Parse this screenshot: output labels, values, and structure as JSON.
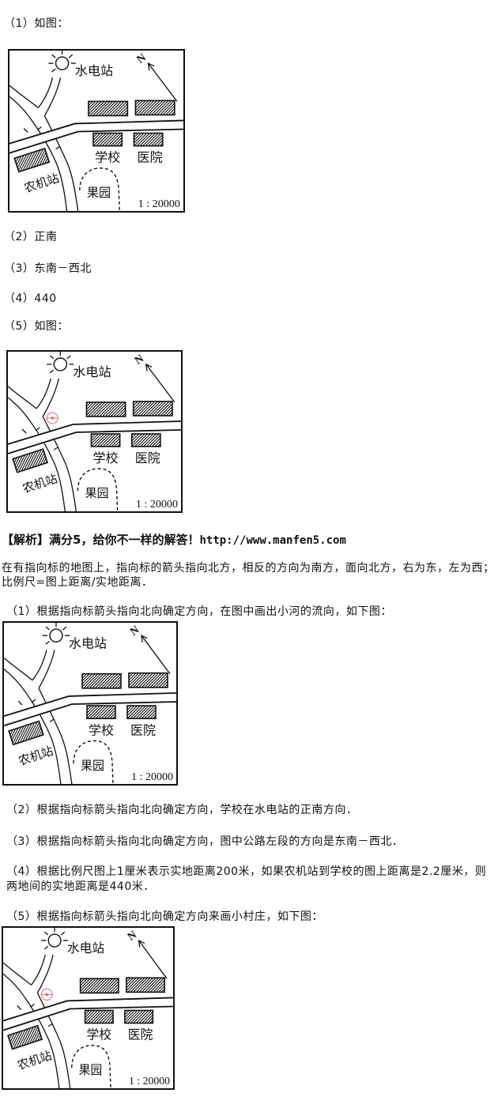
{
  "answers": {
    "q1": "（1）如图：",
    "q2": "（2）正南",
    "q3": "（3）东南－西北",
    "q4": "（4）440",
    "q5": "（5）如图："
  },
  "analysis": {
    "heading": {
      "label": "【解析】",
      "tagline": "满分5，给你不一样的解答！",
      "url": "http://www.manfen5.com"
    },
    "intro": "在有指向标的地图上，指向标的箭头指向北方，相反的方向为南方，面向北方，右为东，左为西；比例尺=图上距离/实地距离．",
    "steps": [
      "（1）根据指向标箭头指向北向确定方向，在图中画出小河的流向，如下图：",
      "（2）根据指向标箭头指向北向确定方向，学校在水电站的正南方向．",
      "（3）根据指向标箭头指向北向确定方向，图中公路左段的方向是东南－西北．",
      "（4）根据比例尺图上1厘米表示实地距离200米，如果农机站到学校的图上距离是2.2厘米，则两地间的实地距离是440米．",
      "（5）根据指向标箭头指向北向确定方向来画小村庄，如下图："
    ]
  },
  "map_labels": {
    "power_station": "水电站",
    "school": "学校",
    "hospital": "医院",
    "farm_machinery_station": "农机站",
    "orchard": "果园",
    "scale": "1 : 20000",
    "north": "N"
  },
  "maps": [
    {
      "village_marker": false
    },
    {
      "village_marker": true
    },
    {
      "village_marker": false
    },
    {
      "village_marker": true
    }
  ],
  "colors": {
    "ink": "#111111",
    "background": "#ffffff",
    "marker": "#e06a6a"
  }
}
